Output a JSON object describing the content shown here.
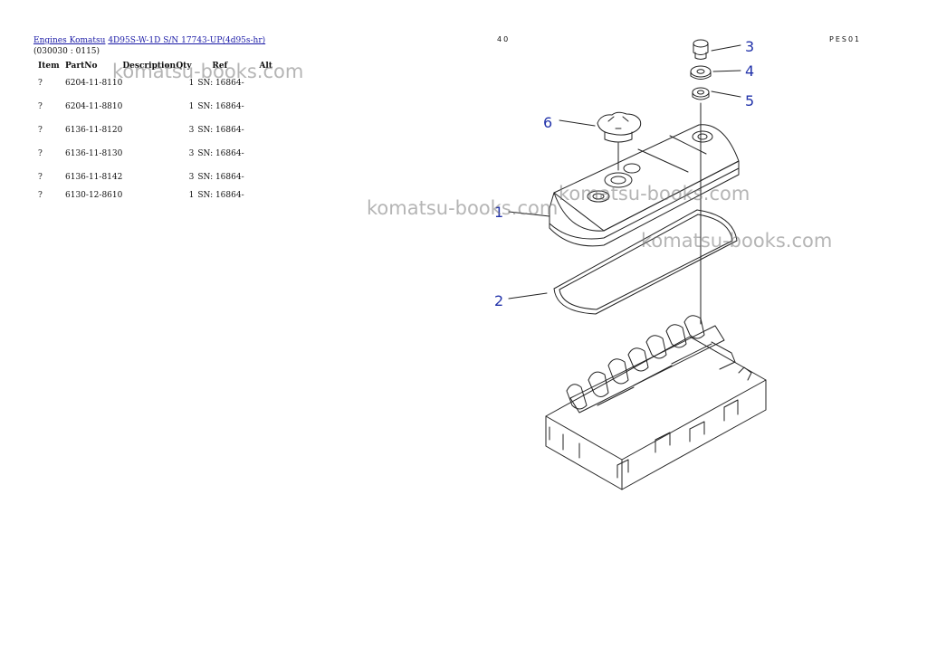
{
  "breadcrumb": {
    "link1": "Engines Komatsu",
    "link2": "4D95S-W-1D S/N 17743-UP(4d95s-hr)"
  },
  "code": "(030030 : 0115)",
  "columns": {
    "item": "Item",
    "partno": "PartNo",
    "description": "Description",
    "qty": "Qty",
    "ref": "Ref",
    "alt": "Alt"
  },
  "rows": [
    {
      "item": "?",
      "partno": "6204-11-8110",
      "qty": "1",
      "ref": "SN: 16864-"
    },
    {
      "item": "?",
      "partno": "6204-11-8810",
      "qty": "1",
      "ref": "SN: 16864-"
    },
    {
      "item": "?",
      "partno": "6136-11-8120",
      "qty": "3",
      "ref": "SN: 16864-"
    },
    {
      "item": "?",
      "partno": "6136-11-8130",
      "qty": "3",
      "ref": "SN: 16864-"
    },
    {
      "item": "?",
      "partno": "6136-11-8142",
      "qty": "3",
      "ref": "SN: 16864-"
    },
    {
      "item": "?",
      "partno": "6130-12-8610",
      "qty": "1",
      "ref": "SN: 16864-"
    }
  ],
  "page_marks": {
    "left": "40",
    "right": "PES01"
  },
  "watermark": "komatsu-books.com",
  "callouts": [
    "1",
    "2",
    "3",
    "4",
    "5",
    "6"
  ]
}
